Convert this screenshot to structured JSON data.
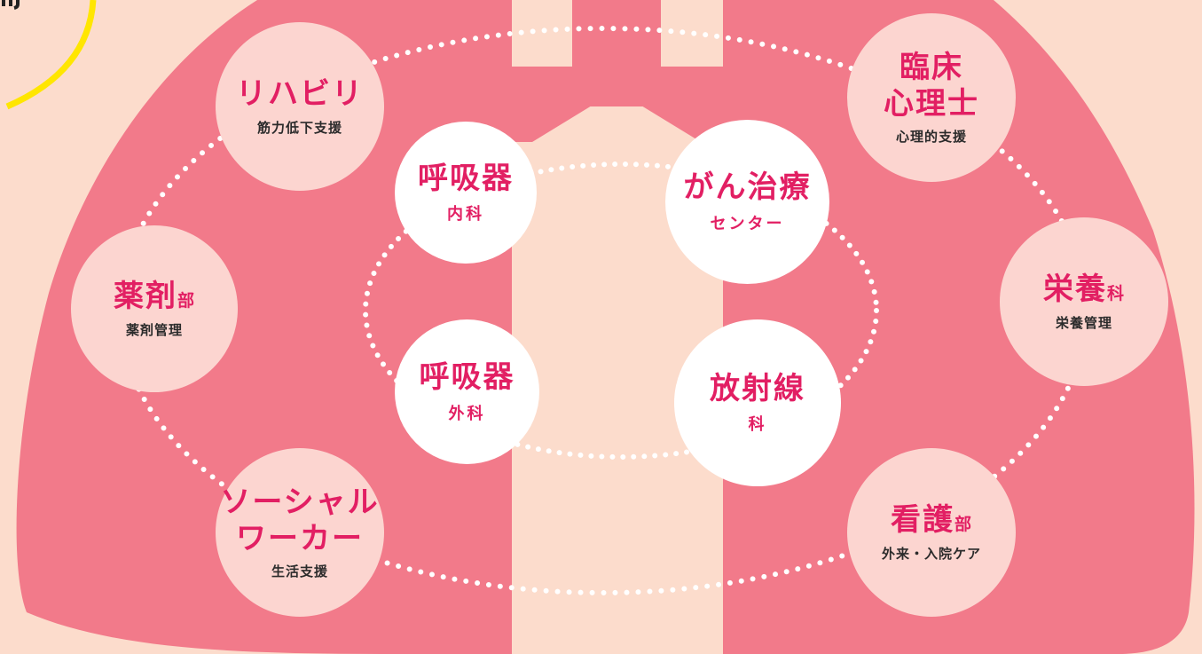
{
  "colors": {
    "background": "#fcdccc",
    "lung": "#f27a8a",
    "outer_circle": "#fcd5d0",
    "inner_circle": "#ffffff",
    "accent": "#e21f63",
    "dots": "#ffffff",
    "corner_arc": "#ffe600"
  },
  "inner_nodes": [
    {
      "title": "呼吸器",
      "sub": "内科"
    },
    {
      "title": "がん治療",
      "sub": "センター"
    },
    {
      "title": "呼吸器",
      "sub": "外科"
    },
    {
      "title": "放射線",
      "sub": "科"
    }
  ],
  "outer_nodes": [
    {
      "title": "リハビリ",
      "sub": "筋力低下支援"
    },
    {
      "title_lines": [
        "臨床",
        "心理士"
      ],
      "sub": "心理的支援"
    },
    {
      "title": "薬剤",
      "suffix": "部",
      "sub": "薬剤管理"
    },
    {
      "title": "栄養",
      "suffix": "科",
      "sub": "栄養管理"
    },
    {
      "title_lines": [
        "ソーシャル",
        "ワーカー"
      ],
      "sub": "生活支援"
    },
    {
      "title": "看護",
      "suffix": "部",
      "sub": "外来・入院ケア"
    }
  ]
}
